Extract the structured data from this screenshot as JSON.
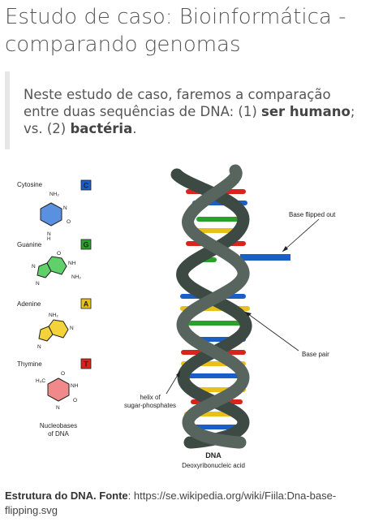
{
  "title": "Estudo de caso: Bioinformática - comparando genomas",
  "intro": {
    "before": "Neste estudo de caso, faremos a comparação entre duas sequências de DNA: (1) ",
    "organism1": "ser humano",
    "middle": "; vs. (2) ",
    "organism2": "bactéria",
    "after": "."
  },
  "figure": {
    "nucleobases": [
      {
        "name": "Cytosine",
        "letter": "C",
        "color": "#1a5ec8"
      },
      {
        "name": "Guanine",
        "letter": "G",
        "color": "#2aa12a"
      },
      {
        "name": "Adenine",
        "letter": "A",
        "color": "#e8c01a"
      },
      {
        "name": "Thymine",
        "letter": "T",
        "color": "#d8241c"
      }
    ],
    "atom_labels": {
      "nh2": "NH₂",
      "n": "N",
      "h": "H",
      "o": "O",
      "nh": "NH",
      "h3c": "H₃C"
    },
    "nucleobases_caption_line1": "Nucleobases",
    "nucleobases_caption_line2": "of DNA",
    "label_base_flipped": "Base flipped out",
    "label_base_pair": "Base pair",
    "label_helix_line1": "helix of",
    "label_helix_line2": "sugar-phosphates",
    "dna_title": "DNA",
    "dna_subtitle": "Deoxyribonucleic acid",
    "helix_color": "#3d4a44",
    "colors": {
      "cytosine_ring": "#5a90e0",
      "guanine_ring": "#5fd06a",
      "adenine_ring": "#f4d23a",
      "thymine_ring": "#f08a8a"
    }
  },
  "caption": {
    "bold": "Estrutura do DNA. Fonte",
    "text": ": https://se.wikipedia.org/wiki/Fiila:Dna-base-flipping.svg"
  }
}
